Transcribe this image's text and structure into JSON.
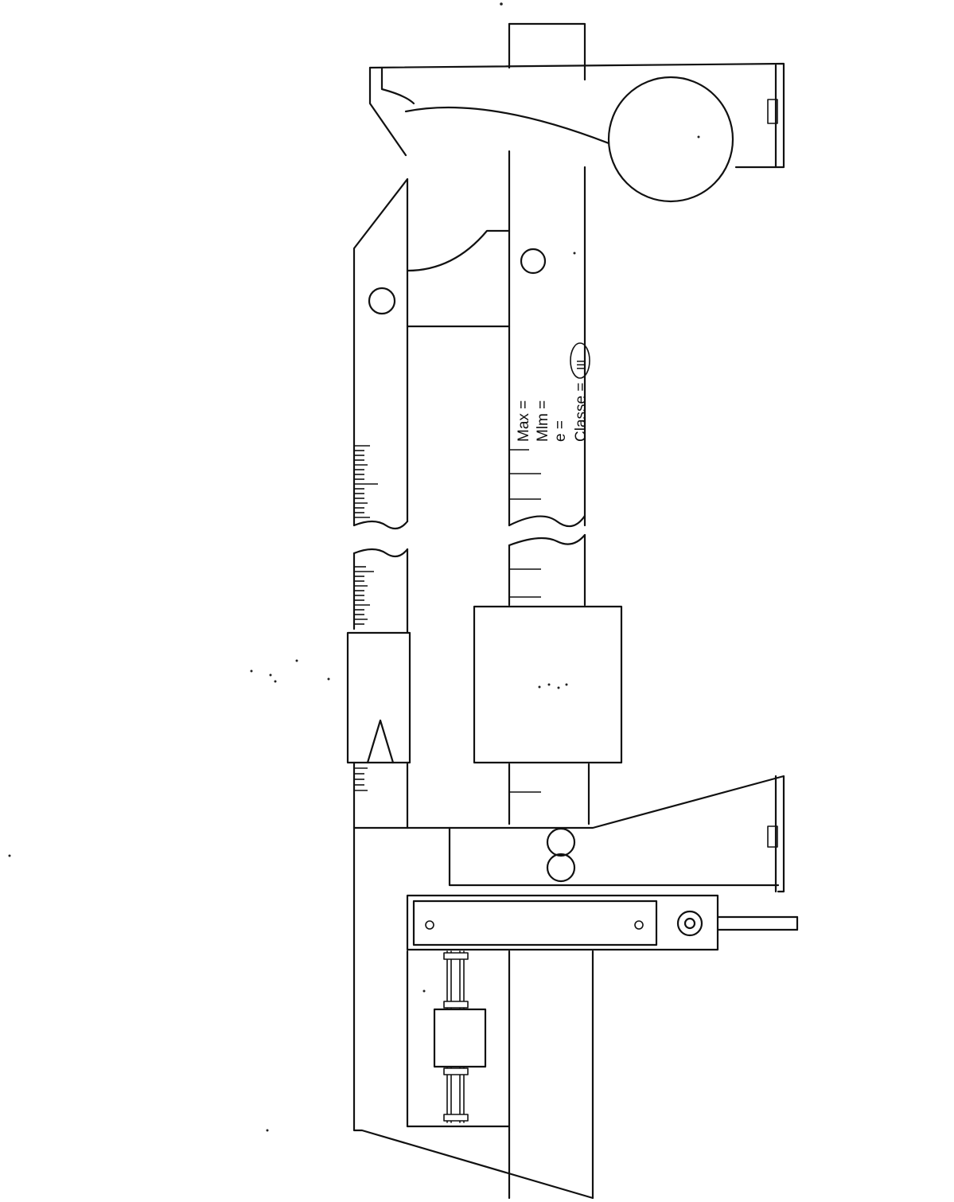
{
  "labels": {
    "max": "Max =",
    "mlm": "Mlm =",
    "e": "e =",
    "classe": "Classe =",
    "classe_value": "III"
  },
  "colors": {
    "ink": "#111111",
    "paper": "#ffffff"
  }
}
